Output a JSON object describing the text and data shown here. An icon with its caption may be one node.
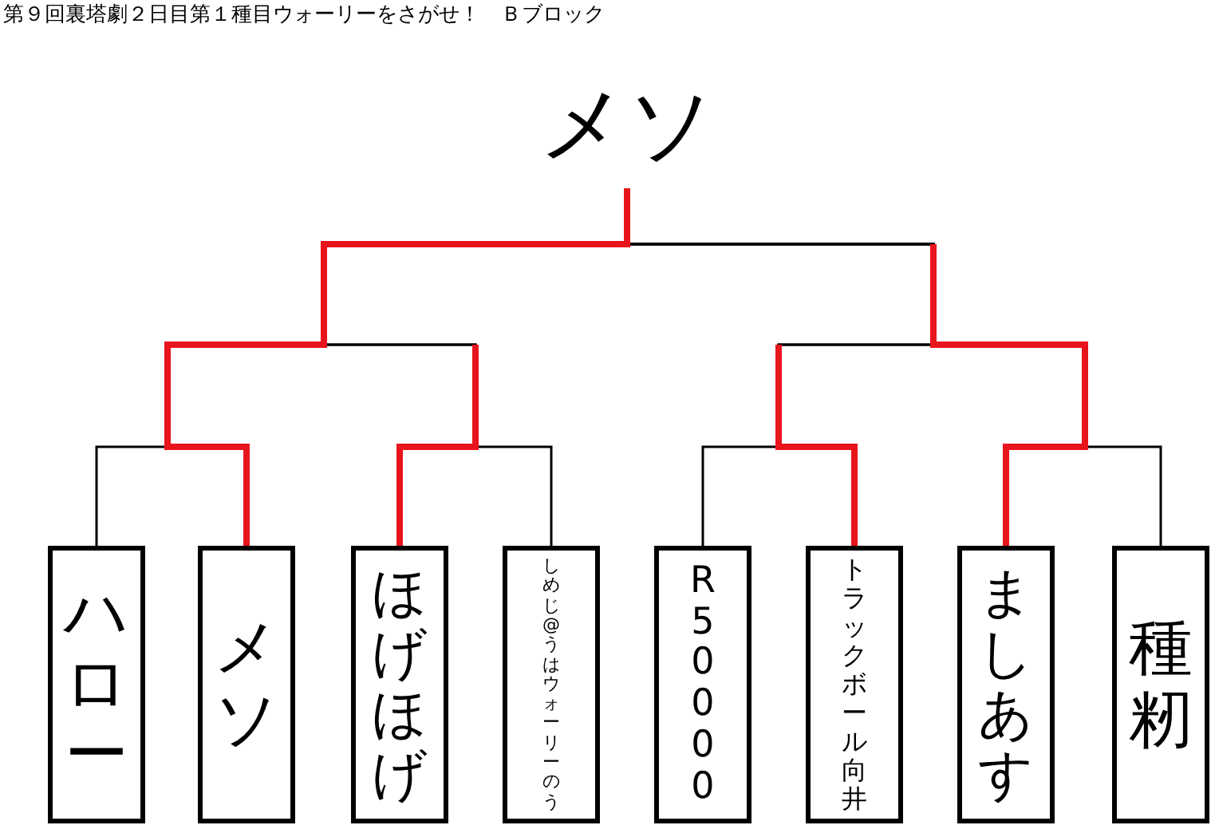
{
  "diagram": {
    "title": "第９回裏塔劇２日目第１種目ウォーリーをさがせ！　Ｂブロック",
    "nodes": [
      {
        "text": [
          "メソ"
        ]
      },
      {
        "text": [
          "ハロー"
        ]
      },
      {
        "text": [
          "メソ"
        ]
      },
      {
        "text": [
          "ほげほげ"
        ]
      },
      {
        "text": [
          "しめじ@うはウォーリーのう"
        ]
      },
      {
        "text": [
          "R50000"
        ]
      },
      {
        "text": [
          "トラックボール向井"
        ]
      },
      {
        "text": [
          "ましあす"
        ]
      },
      {
        "text": [
          "種籾"
        ]
      }
    ],
    "edges": [
      {
        "from": 1,
        "to": 0,
        "arrow": "none"
      },
      {
        "from": 2,
        "to": 0,
        "arrow": "none",
        "style": "thick",
        "color": "#e8141c"
      },
      {
        "from": 3,
        "to": 0,
        "arrow": "none"
      },
      {
        "from": 4,
        "to": 0,
        "arrow": "none"
      },
      {
        "from": 5,
        "to": 0,
        "arrow": "none"
      },
      {
        "from": 6,
        "to": 0,
        "arrow": "none"
      },
      {
        "from": 7,
        "to": 0,
        "arrow": "none"
      },
      {
        "from": 8,
        "to": 0,
        "arrow": "none"
      }
    ]
  }
}
